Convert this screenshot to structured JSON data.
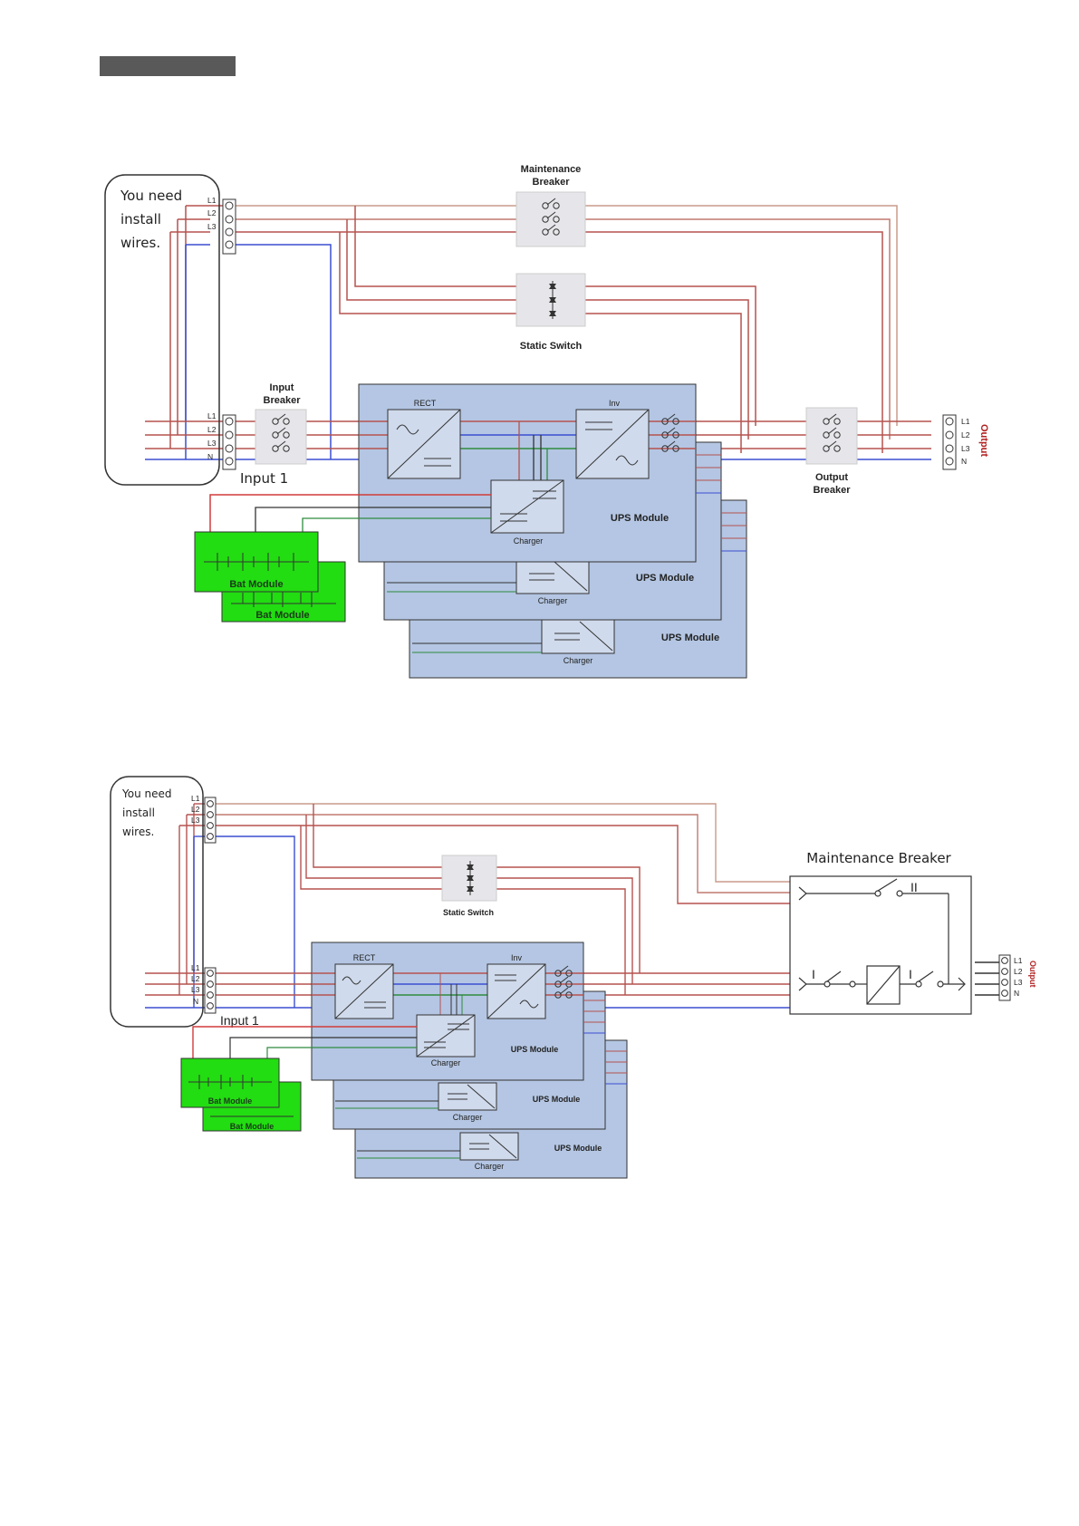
{
  "header": {
    "bar_color": "#595959"
  },
  "colors": {
    "phase_wire": "#b5524f",
    "neutral_wire": "#3b4fd1",
    "module_fill": "#b4c6e3",
    "battery_fill": "#22dd11",
    "breaker_fill": "#e6e6ea"
  },
  "icons": [
    "switch-contact-icon",
    "static-switch-icon",
    "rectifier-icon",
    "inverter-icon",
    "charger-icon",
    "battery-icon",
    "terminal-block-icon"
  ],
  "diagram1": {
    "note": [
      "You need",
      "install",
      "wires."
    ],
    "maintenance_breaker": [
      "Maintenance",
      "Breaker"
    ],
    "static_switch": "Static Switch",
    "input_breaker": [
      "Input",
      "Breaker"
    ],
    "input_label": "Input 1",
    "terminals_in_top": [
      "L1",
      "L2",
      "L3"
    ],
    "terminals_in": [
      "L1",
      "L2",
      "L3",
      "N"
    ],
    "terminals_out": [
      "L1",
      "L2",
      "L3",
      "N"
    ],
    "output_label": "Output",
    "output_breaker": [
      "Output",
      "Breaker"
    ],
    "rect_label": "RECT",
    "inv_label": "Inv",
    "charger_label": "Charger",
    "ups_label": "UPS Module",
    "bat_label": "Bat Module"
  },
  "diagram2": {
    "note": [
      "You need",
      "install",
      "wires."
    ],
    "static_switch": "Static Switch",
    "maintenance_breaker": "Maintenance Breaker",
    "input_label": "Input 1",
    "terminals_in_top": [
      "L1",
      "L2",
      "L3"
    ],
    "terminals_in": [
      "L1",
      "L2",
      "L3",
      "N"
    ],
    "terminals_out": [
      "L1",
      "L2",
      "L3",
      "N"
    ],
    "output_label": "Output",
    "rect_label": "RECT",
    "inv_label": "Inv",
    "charger_label": "Charger",
    "ups_label": "UPS Module",
    "bat_label": "Bat Module",
    "mb_mark_top": "II",
    "mb_mark_left": "I",
    "mb_mark_right": "I"
  }
}
